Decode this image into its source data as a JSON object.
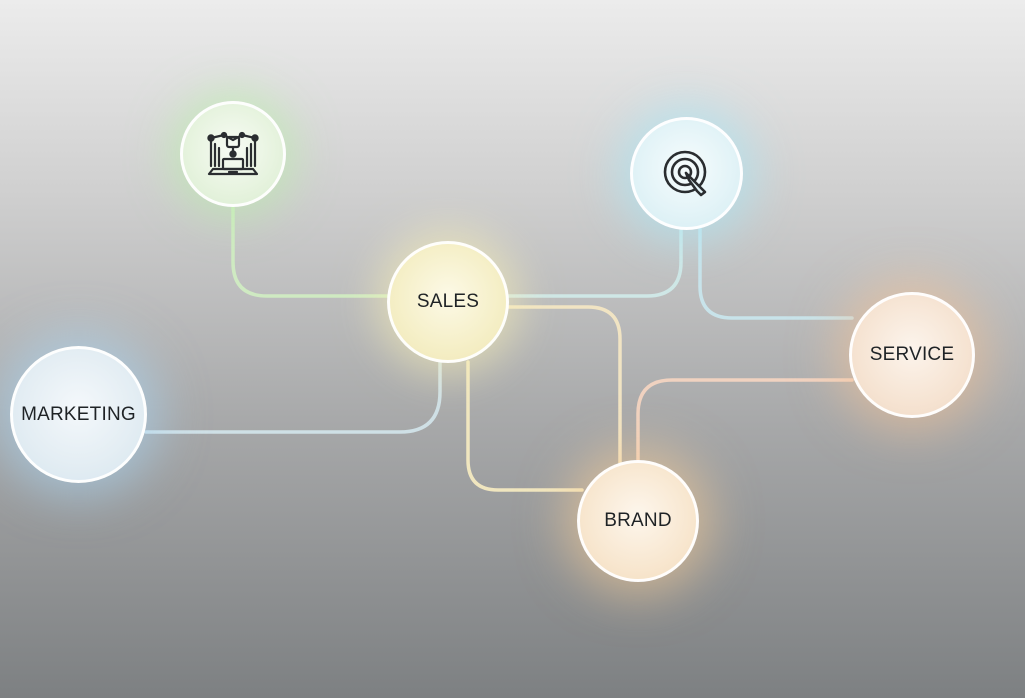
{
  "diagram": {
    "nodes": [
      {
        "id": "sales",
        "label": "SALES"
      },
      {
        "id": "marketing",
        "label": "MARKETING"
      },
      {
        "id": "brand",
        "label": "BRAND"
      },
      {
        "id": "service",
        "label": "SERVICE"
      },
      {
        "id": "robot",
        "icon": "robot-laptop-icon"
      },
      {
        "id": "target",
        "icon": "target-click-icon"
      }
    ],
    "connections": [
      {
        "from": "robot",
        "to": "sales"
      },
      {
        "from": "target",
        "to": "sales"
      },
      {
        "from": "target",
        "to": "service"
      },
      {
        "from": "sales",
        "to": "marketing"
      },
      {
        "from": "sales",
        "to": "brand"
      },
      {
        "from": "service",
        "to": "brand"
      }
    ]
  },
  "colors": {
    "sales": "#f3ecc0",
    "marketing": "#dbe9f2",
    "brand": "#f6e2c8",
    "service": "#f3ddc9",
    "robot": "#dff0d6",
    "target": "#d9eff5",
    "label_text": "#1f2326"
  }
}
